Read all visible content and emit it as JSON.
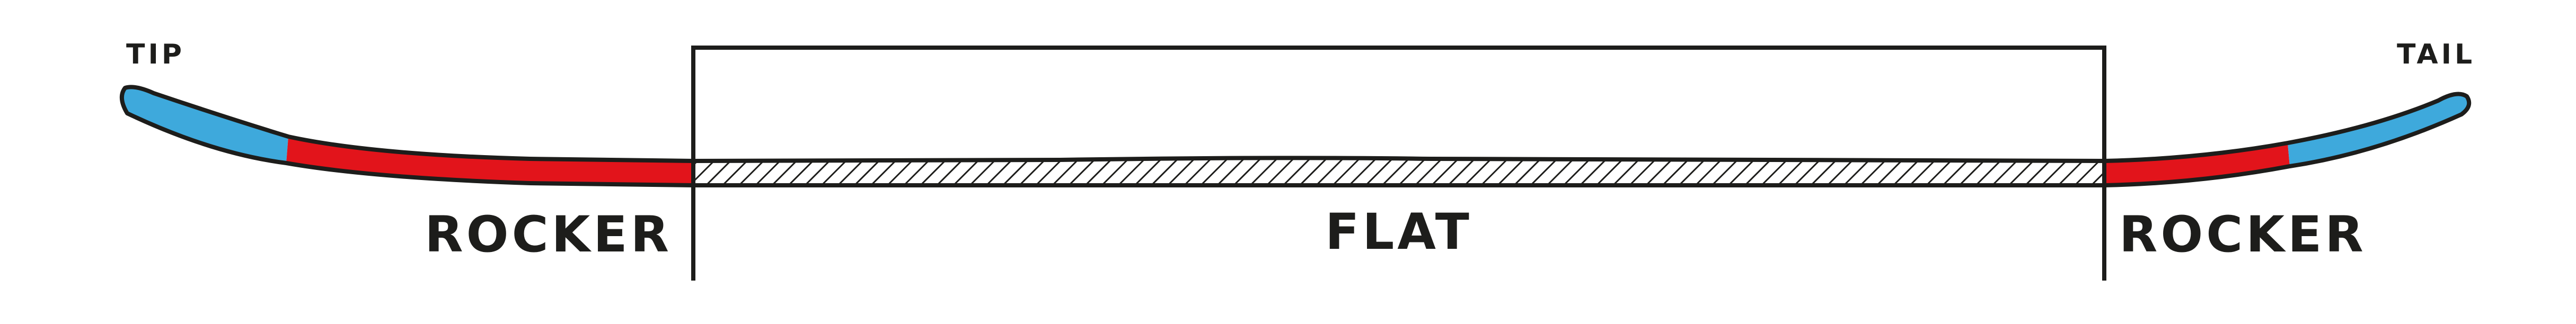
{
  "labels": {
    "tip": "TIP",
    "tail": "TAIL",
    "rocker_left": "ROCKER",
    "flat": "FLAT",
    "rocker_right": "ROCKER"
  },
  "colors": {
    "outline": "#1d1d1b",
    "rocker_zone": "#e2141b",
    "tip_tail_zone": "#3ea9dc",
    "flat_hatch": "#1d1d1b",
    "background": "#ffffff"
  }
}
